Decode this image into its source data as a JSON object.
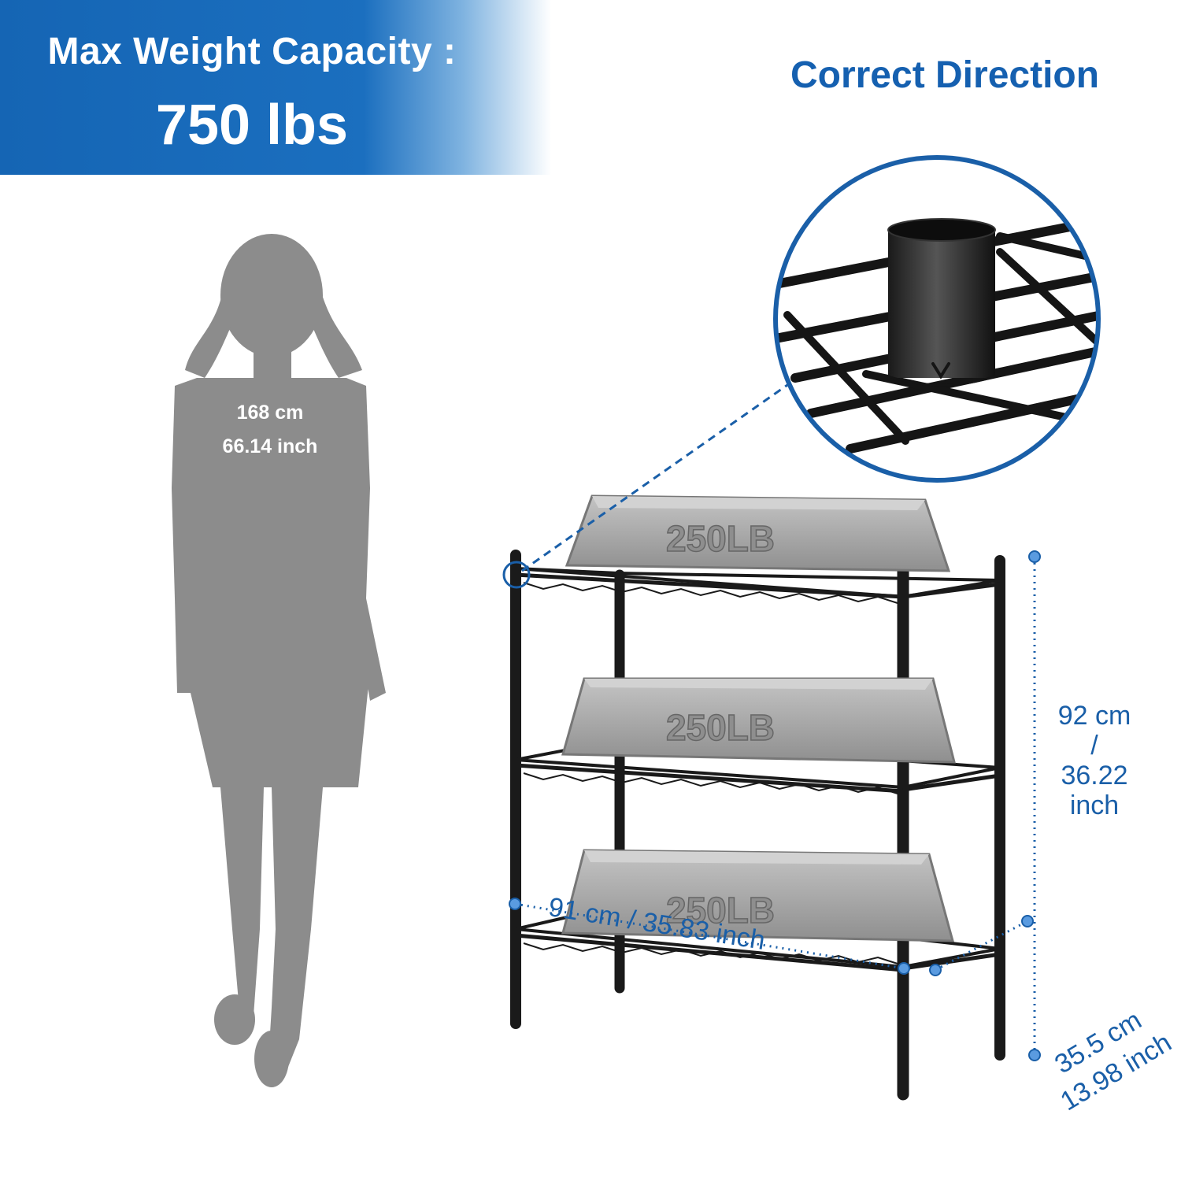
{
  "banner": {
    "line1": "Max Weight Capacity :",
    "line2": "750 lbs"
  },
  "callout": {
    "title": "Correct Direction"
  },
  "person": {
    "height_cm": "168 cm",
    "height_in": "66.14 inch"
  },
  "weights": {
    "label": "250LB",
    "count": 3
  },
  "dimensions": {
    "height_cm": "92 cm",
    "height_sep": "/",
    "height_in_value": "36.22",
    "height_in_unit": "inch",
    "width": "91 cm / 35.83 inch",
    "depth_cm": "35.5 cm",
    "depth_in": "13.98 inch"
  },
  "colors": {
    "accent": "#1565b4",
    "silhouette": "#8c8c8c",
    "weight": "#a9a9a9",
    "frame": "#1a1a1a"
  }
}
